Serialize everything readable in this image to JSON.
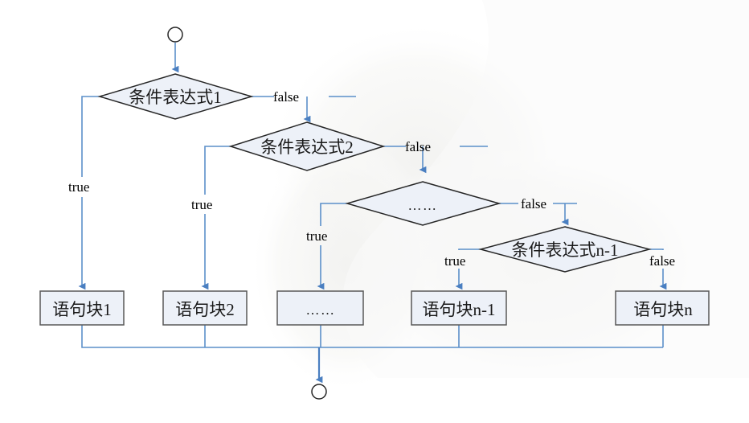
{
  "diagram": {
    "type": "flowchart",
    "title": "multi-branch if-else if flowchart",
    "colors": {
      "shape_fill": "#edf1f8",
      "shape_stroke": "#262626",
      "connector_blue": "#5b8fc9",
      "connector_arrow": "#4a7fc1",
      "label_text": "#000000",
      "background": "#ffffff"
    },
    "nodes": {
      "start": {
        "label": "",
        "icon": "start-circle"
      },
      "end": {
        "label": "",
        "icon": "end-circle"
      },
      "decisions": [
        {
          "id": "d1",
          "label": "条件表达式1"
        },
        {
          "id": "d2",
          "label": "条件表达式2"
        },
        {
          "id": "d3",
          "label": "……"
        },
        {
          "id": "d4",
          "label": "条件表达式n-1"
        }
      ],
      "processes": [
        {
          "id": "p1",
          "label": "语句块1"
        },
        {
          "id": "p2",
          "label": "语句块2"
        },
        {
          "id": "p3",
          "label": "……"
        },
        {
          "id": "p4",
          "label": "语句块n-1"
        },
        {
          "id": "p5",
          "label": "语句块n"
        }
      ]
    },
    "edge_labels": {
      "d1_true": "true",
      "d1_false": "false",
      "d2_true": "true",
      "d2_false": "false",
      "d3_true": "true",
      "d3_false": "false",
      "d4_true": "true",
      "d4_false": "false"
    }
  }
}
